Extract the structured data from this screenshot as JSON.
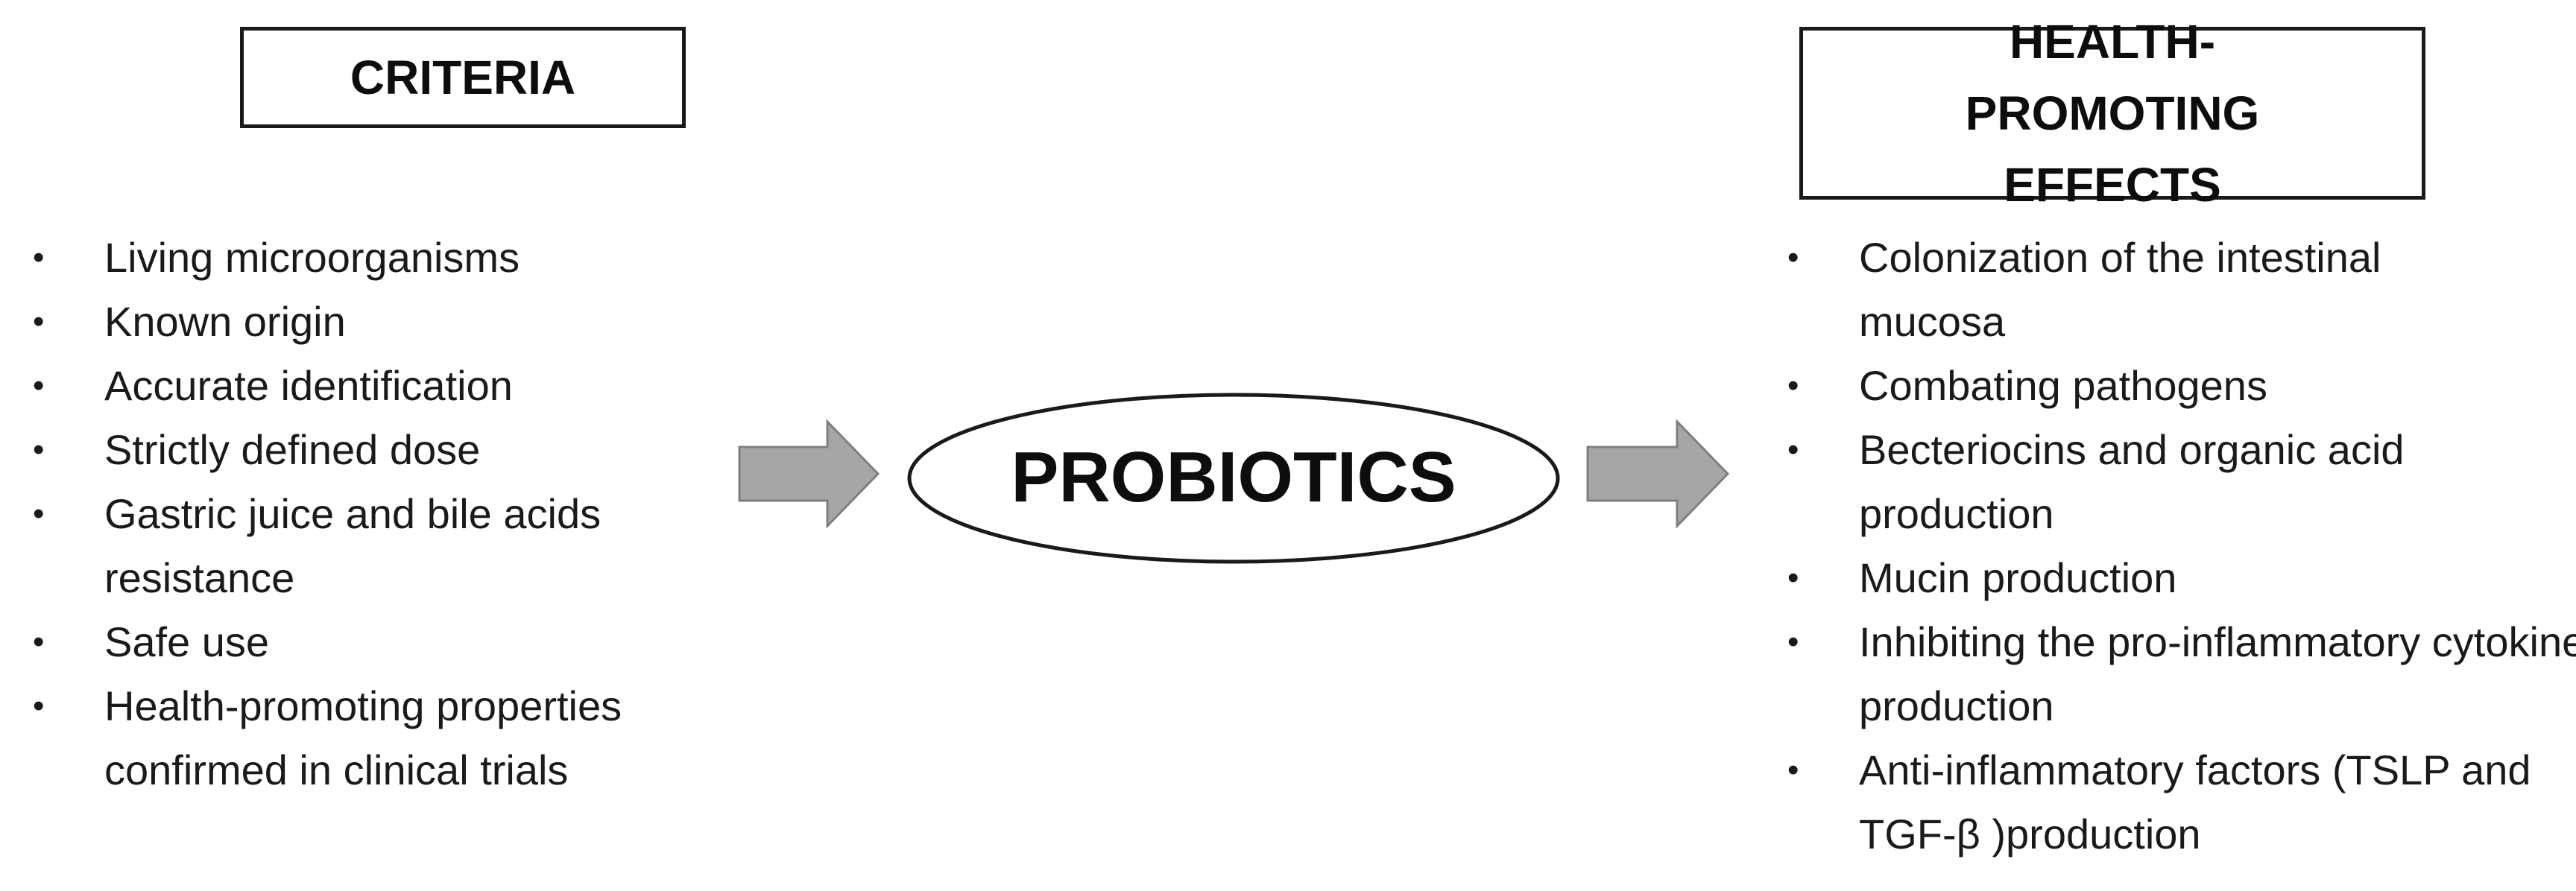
{
  "criteria": {
    "title": "CRITERIA",
    "items": [
      "Living microorganisms",
      "Known origin",
      "Accurate identification",
      "Strictly defined dose",
      "Gastric juice and bile acids resistance",
      "Safe use",
      "Health-promoting properties confirmed in clinical trials"
    ]
  },
  "center": {
    "label": "PROBIOTICS"
  },
  "effects": {
    "title": "HEALTH-PROMOTING EFFECTS",
    "items": [
      "Colonization of the intestinal mucosa",
      "Combating pathogens",
      "Becteriocins and organic acid production",
      "Mucin production",
      "Inhibiting the pro-inflammatory cytokines production",
      "Anti-inflammatory factors (TSLP and TGF-β )production"
    ]
  },
  "colors": {
    "arrow_fill": "#a6a6a6",
    "arrow_stroke": "#7f7f7f",
    "outline": "#1a1a1a",
    "text": "#111111"
  }
}
